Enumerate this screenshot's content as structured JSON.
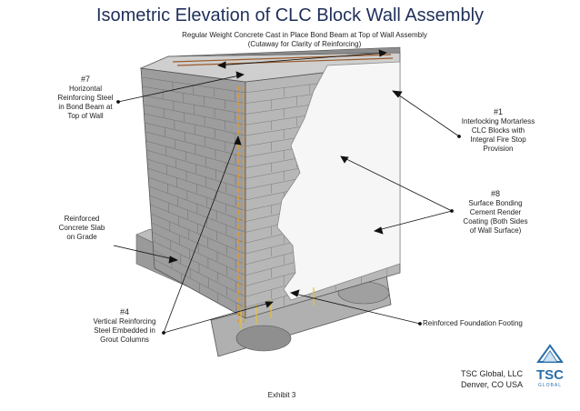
{
  "title": "Isometric Elevation of CLC Block Wall Assembly",
  "labels": {
    "bond_beam": {
      "line1": "Regular Weight Concrete Cast in Place Bond Beam at Top of Wall Assembly",
      "line2": "(Cutaway for Clarity of Reinforcing)"
    },
    "horizontal_steel": {
      "number": "#7",
      "line1": "Horizontal",
      "line2": "Reinforcing Steel",
      "line3": "in Bond Beam at",
      "line4": "Top of Wall"
    },
    "clc_blocks": {
      "number": "#1",
      "line1": "Interlocking Mortarless",
      "line2": "CLC Blocks with",
      "line3": "Integral Fire Stop",
      "line4": "Provision"
    },
    "render": {
      "number": "#8",
      "line1": "Surface Bonding",
      "line2": "Cement Render",
      "line3": "Coating (Both Sides",
      "line4": "of Wall Surface)"
    },
    "slab": {
      "line1": "Reinforced",
      "line2": "Concrete Slab",
      "line3": "on Grade"
    },
    "vertical_steel": {
      "number": "#4",
      "line1": "Vertical Reinforcing",
      "line2": "Steel Embedded in",
      "line3": "Grout Columns"
    },
    "footing": {
      "line1": "Reinforced Foundation Footing"
    }
  },
  "company": {
    "name": "TSC Global, LLC",
    "location": "Denver, CO USA",
    "logo_text": "TSC",
    "logo_subtext": "GLOBAL"
  },
  "exhibit": "Exhibit 3",
  "colors": {
    "title": "#1f2f5a",
    "block_face": "#a9a9a9",
    "block_light": "#c8c8c8",
    "block_dark": "#8a8a8a",
    "render": "#f6f6f6",
    "rebar_vertical": "#e39a2a",
    "rebar_horizontal": "#9a5a2a",
    "logo_blue": "#2a6fa8"
  }
}
